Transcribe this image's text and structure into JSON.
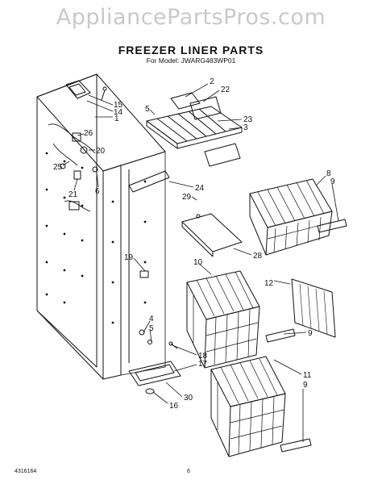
{
  "watermark": "AppliancePartsPros.com",
  "title": "FREEZER LINER PARTS",
  "subtitle": "For Model: JWARG483WP01",
  "footer": {
    "doc_number": "4316164",
    "page_number": "6"
  },
  "callouts": [
    "15",
    "14",
    "1",
    "26",
    "20",
    "25",
    "21",
    "6",
    "2",
    "22",
    "5",
    "23",
    "3",
    "24",
    "29",
    "28",
    "8",
    "9",
    "19",
    "10",
    "12",
    "9",
    "4",
    "5",
    "18",
    "17",
    "30",
    "16",
    "11",
    "9"
  ]
}
